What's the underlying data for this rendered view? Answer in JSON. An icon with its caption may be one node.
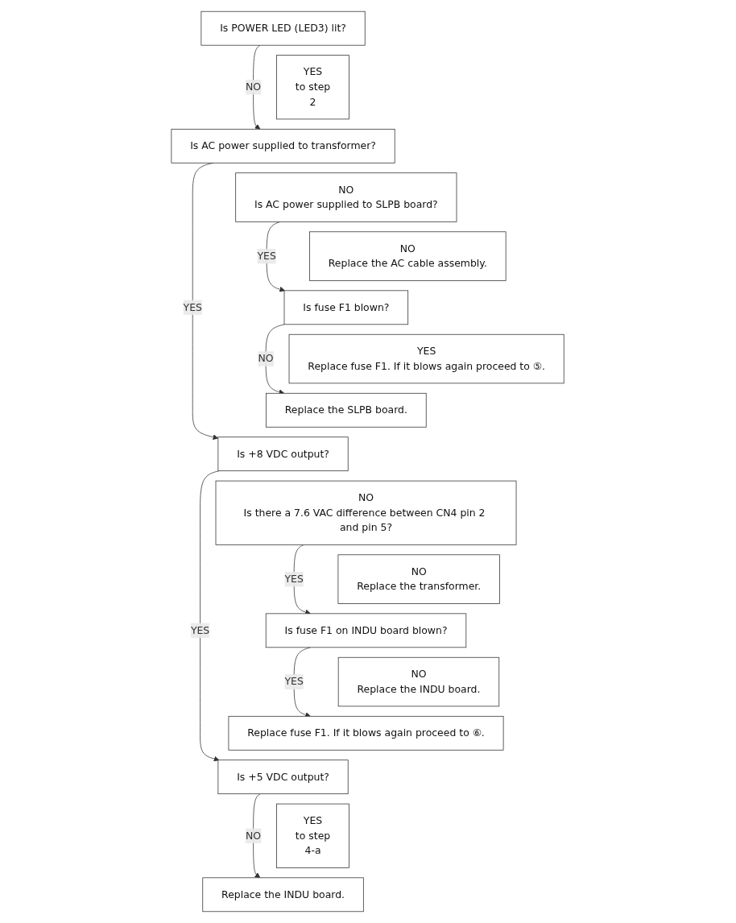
{
  "diagram": {
    "nodes": [
      {
        "text": [
          "Is POWER LED (LED3) lit?"
        ]
      },
      {
        "text": [
          "YES",
          "to step",
          "2"
        ]
      },
      {
        "text": [
          "Is AC power supplied to transformer?"
        ]
      },
      {
        "text": [
          "NO",
          "Is AC power supplied to SLPB board?"
        ]
      },
      {
        "text": [
          "NO",
          "Replace the AC cable assembly."
        ]
      },
      {
        "text": [
          "Is fuse F1 blown?"
        ]
      },
      {
        "text": [
          "YES",
          "Replace fuse F1. If it blows again proceed to ⑤."
        ]
      },
      {
        "text": [
          "Replace the SLPB board."
        ]
      },
      {
        "text": [
          "Is +8 VDC output?"
        ]
      },
      {
        "text": [
          "NO",
          "Is there a 7.6 VAC difference between CN4 pin 2 and pin 5?"
        ]
      },
      {
        "text": [
          "NO",
          "Replace the transformer."
        ]
      },
      {
        "text": [
          "Is fuse F1 on INDU board blown?"
        ]
      },
      {
        "text": [
          "NO",
          "Replace the INDU board."
        ]
      },
      {
        "text": [
          "Replace fuse F1. If it blows again proceed to ⑥."
        ]
      },
      {
        "text": [
          "Is +5 VDC output?"
        ]
      },
      {
        "text": [
          "YES",
          "to step",
          "4-a"
        ]
      },
      {
        "text": [
          "Replace the INDU board."
        ]
      }
    ],
    "edges": [
      {
        "from": 0,
        "to": 2,
        "arrow": "to",
        "label": "NO"
      },
      {
        "from": 2,
        "to": 8,
        "arrow": "to",
        "label": "YES"
      },
      {
        "from": 3,
        "to": 5,
        "arrow": "to",
        "label": "YES"
      },
      {
        "from": 5,
        "to": 7,
        "arrow": "to",
        "label": "NO"
      },
      {
        "from": 8,
        "to": 14,
        "arrow": "to",
        "label": "YES"
      },
      {
        "from": 9,
        "to": 11,
        "arrow": "to",
        "label": "YES"
      },
      {
        "from": 11,
        "to": 13,
        "arrow": "to",
        "label": "YES"
      },
      {
        "from": 14,
        "to": 16,
        "arrow": "to",
        "label": "NO"
      }
    ]
  }
}
